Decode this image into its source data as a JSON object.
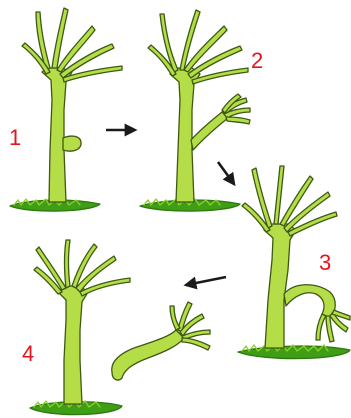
{
  "stages": [
    {
      "label": "1"
    },
    {
      "label": "2"
    },
    {
      "label": "3"
    },
    {
      "label": "4"
    }
  ],
  "colors": {
    "body": "#b5dd48",
    "outline": "#3c5a12",
    "ground": "#3f9d16",
    "ground_light": "#8bd12c",
    "number": "#e8141b",
    "arrow": "#1a1a1a"
  }
}
